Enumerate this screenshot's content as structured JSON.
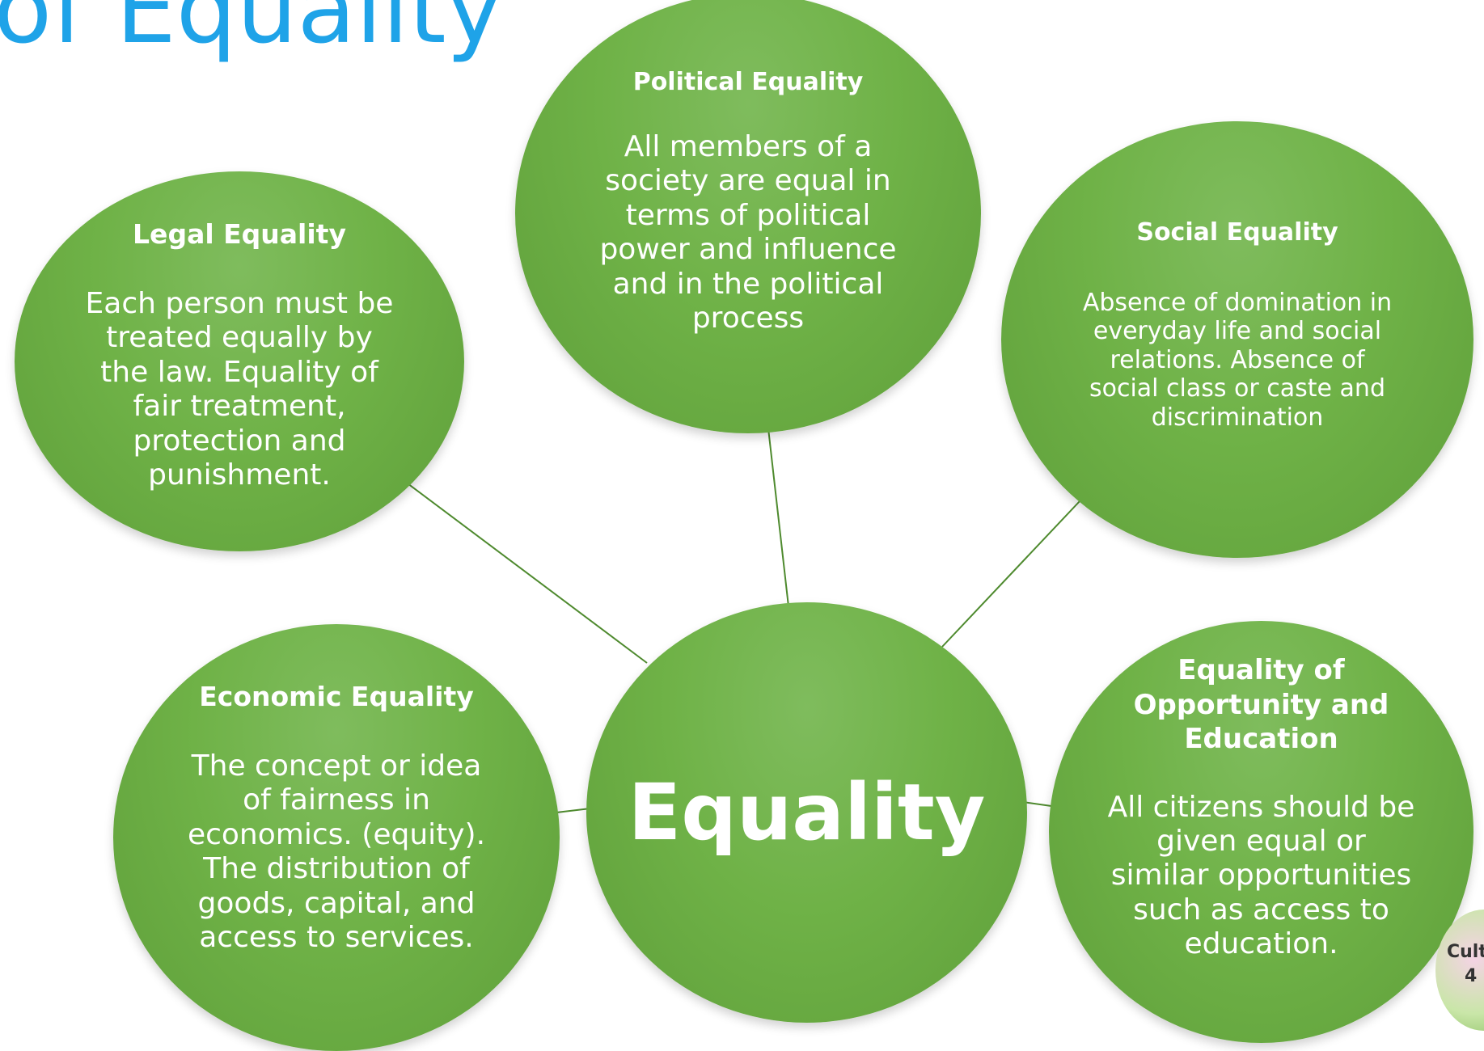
{
  "title": "of Equality",
  "center": {
    "label": "Equality"
  },
  "nodes": [
    {
      "id": "political",
      "heading": "Political Equality",
      "body": "All members of a society are equal in terms of political power and influence and in the political process"
    },
    {
      "id": "legal",
      "heading": "Legal Equality",
      "body": "Each person must be treated equally by the law. Equality of fair treatment, protection and punishment."
    },
    {
      "id": "social",
      "heading": "Social Equality",
      "body": "Absence of domination in everyday life and social relations. Absence of social class or caste and discrimination"
    },
    {
      "id": "economic",
      "heading": "Economic Equality",
      "body": "The concept or idea of fairness in economics. (equity). The distribution of goods, capital, and access to services."
    },
    {
      "id": "opportunity",
      "heading": "Equality of Opportunity and Education",
      "body": "All citizens should be given equal or similar opportunities such as access to education."
    }
  ],
  "badge": {
    "text_line1": "Cult",
    "text_line2": "4"
  },
  "colors": {
    "node": "#6fb247",
    "connector": "#4e8a2e",
    "title": "#1fa3e8"
  }
}
